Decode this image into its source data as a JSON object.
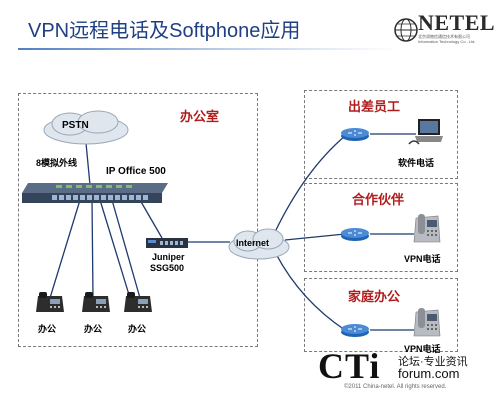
{
  "header": {
    "title": "VPN远程电话及Softphone应用",
    "logo_text": "NETEL",
    "logo_sub_cn": "北京润物信通信技术有限公司",
    "logo_sub_en": "Information Technology Co., Ltd."
  },
  "office": {
    "label": "办公室",
    "pstn_label": "PSTN",
    "lines_label": "8模拟外线",
    "switch_label": "IP Office 500",
    "vpn_label_1": "Juniper",
    "vpn_label_2": "SSG500",
    "phones": [
      "办公",
      "办公",
      "办公"
    ]
  },
  "internet_label": "Internet",
  "remote": [
    {
      "title": "出差员工",
      "device_label": "软件电话"
    },
    {
      "title": "合作伙伴",
      "device_label": "VPN电话"
    },
    {
      "title": "家庭办公",
      "device_label": "VPN电话"
    }
  ],
  "footer": {
    "brand": "CTi",
    "slogan": "论坛·专业资讯",
    "site": "forum.com",
    "copyright": "©2011 China-netel. All rights reserved."
  },
  "colors": {
    "title": "#1f3f82",
    "section_label": "#b01c1c",
    "cloud": "#dfe6ee",
    "switch": "#3c4d63",
    "router": "#1e64b4",
    "line": "#1f3a6e"
  }
}
